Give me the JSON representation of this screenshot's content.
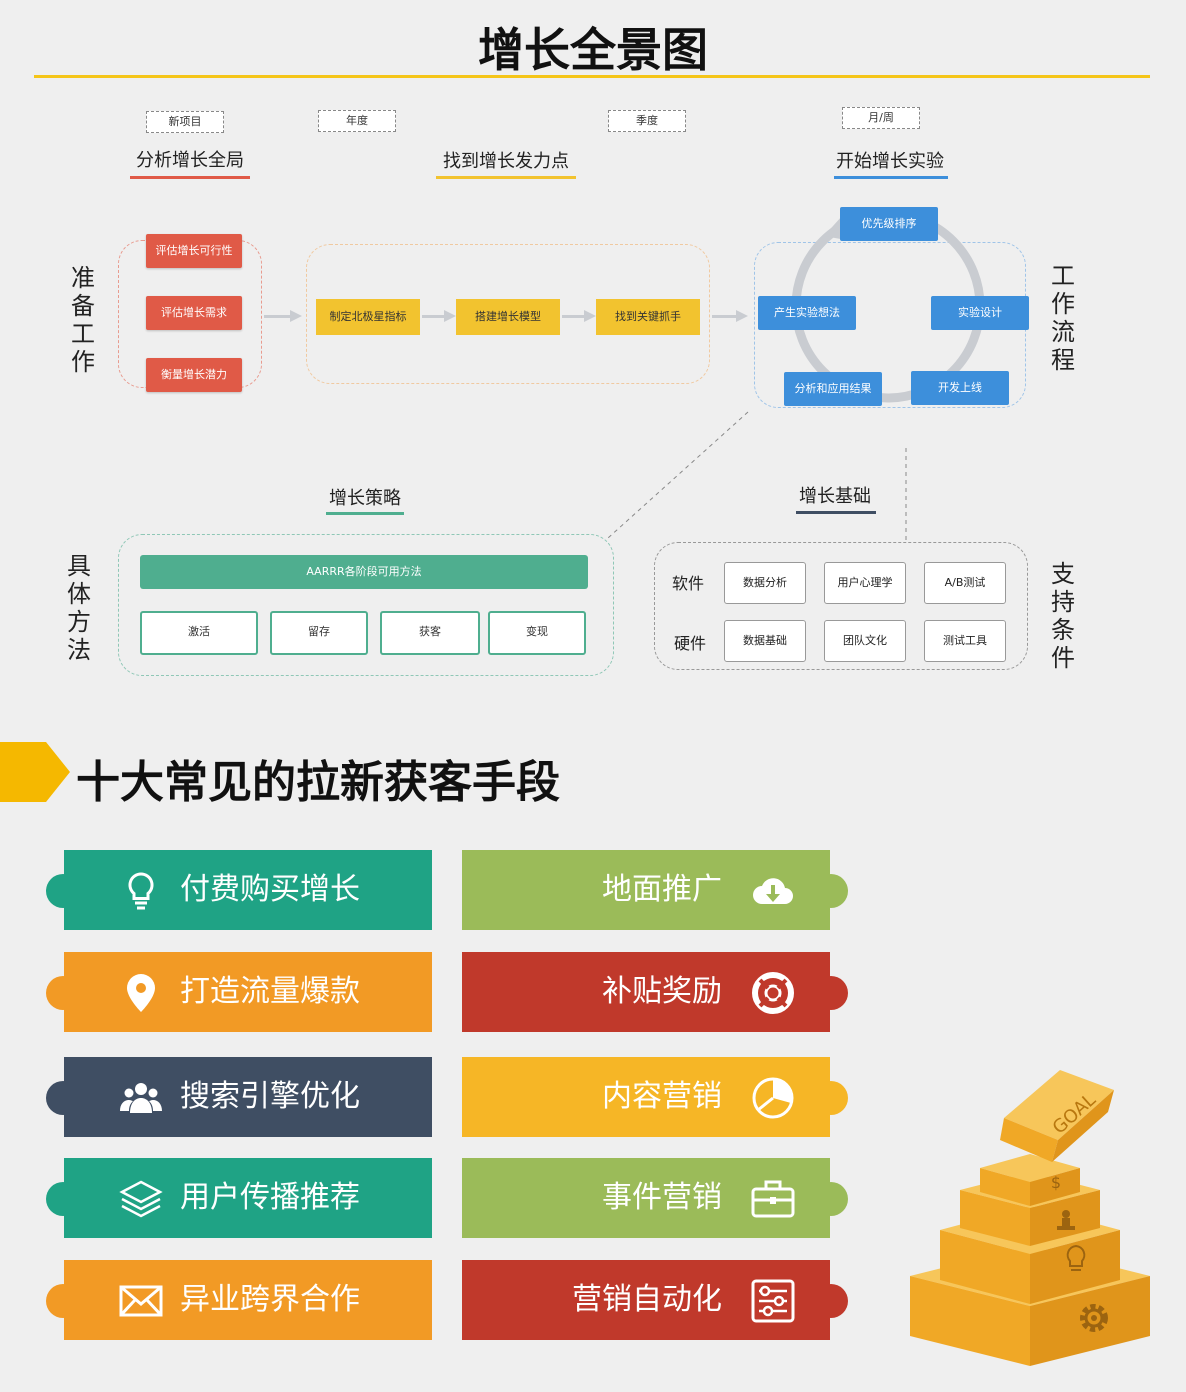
{
  "title": "增长全景图",
  "tags": [
    "新项目",
    "年度",
    "季度",
    "月/周"
  ],
  "stages": [
    {
      "label": "分析增长全局",
      "color": "#e05a47"
    },
    {
      "label": "找到增长发力点",
      "color": "#f2c32f"
    },
    {
      "label": "开始增长实验",
      "color": "#3d8fdb"
    }
  ],
  "left_labels": {
    "prep": "准备工作",
    "method": "具体方法"
  },
  "right_labels": {
    "workflow": "工作流程",
    "support": "支持条件"
  },
  "prep_boxes": [
    "评估增长可行性",
    "评估增长需求",
    "衡量增长潜力"
  ],
  "flow_boxes": [
    "制定北极星指标",
    "搭建增长模型",
    "找到关键抓手"
  ],
  "cycle_boxes": [
    "优先级排序",
    "实验设计",
    "开发上线",
    "分析和应用结果",
    "产生实验想法"
  ],
  "strategy": {
    "title": "增长策略",
    "bar": "AARRR各阶段可用方法",
    "items": [
      "激活",
      "留存",
      "获客",
      "变现"
    ]
  },
  "foundation": {
    "title": "增长基础",
    "software_label": "软件",
    "hardware_label": "硬件",
    "software": [
      "数据分析",
      "用户心理学",
      "A/B测试"
    ],
    "hardware": [
      "数据基础",
      "团队文化",
      "测试工具"
    ]
  },
  "section2_title": "十大常见的拉新获客手段",
  "methods_left": [
    {
      "label": "付费购买增长",
      "color": "#1fa385",
      "icon": "lightbulb-icon"
    },
    {
      "label": "打造流量爆款",
      "color": "#f29a25",
      "icon": "location-pin-icon"
    },
    {
      "label": "搜索引擎优化",
      "color": "#3f4e63",
      "icon": "users-icon"
    },
    {
      "label": "用户传播推荐",
      "color": "#1fa385",
      "icon": "layers-icon"
    },
    {
      "label": "异业跨界合作",
      "color": "#f29a25",
      "icon": "envelope-icon"
    }
  ],
  "methods_right": [
    {
      "label": "地面推广",
      "color": "#9bbb59",
      "icon": "cloud-download-icon"
    },
    {
      "label": "补贴奖励",
      "color": "#c0392b",
      "icon": "lifebuoy-icon"
    },
    {
      "label": "内容营销",
      "color": "#f6b626",
      "icon": "pie-chart-icon"
    },
    {
      "label": "事件营销",
      "color": "#9bbb59",
      "icon": "briefcase-icon"
    },
    {
      "label": "营销自动化",
      "color": "#c0392b",
      "icon": "sliders-icon"
    }
  ],
  "goal_text": "GOAL",
  "dollar_text": "$"
}
